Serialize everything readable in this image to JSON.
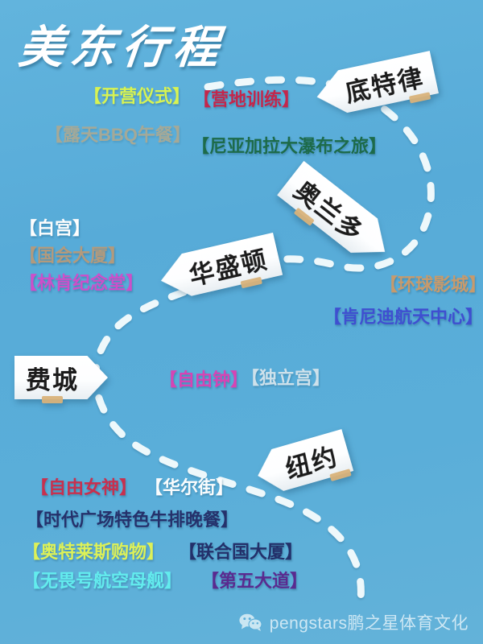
{
  "poster": {
    "title": "美东行程",
    "background_color": "#5aaed9",
    "route_color": "#eef8fb"
  },
  "cities": [
    {
      "id": "detroit",
      "name": "底特律",
      "direction": "left"
    },
    {
      "id": "orlando",
      "name": "奥兰多",
      "direction": "right"
    },
    {
      "id": "washington",
      "name": "华盛顿",
      "direction": "left"
    },
    {
      "id": "philly",
      "name": "费城",
      "direction": "right"
    },
    {
      "id": "newyork",
      "name": "纽约",
      "direction": "left"
    }
  ],
  "attractions": {
    "detroit": [
      {
        "id": "open",
        "label": "【开营仪式】",
        "color": "#d8f352"
      },
      {
        "id": "camp",
        "label": "【营地训练】",
        "color": "#c4264b"
      },
      {
        "id": "bbq",
        "label": "【露天BBQ午餐】",
        "color": "#e8a55c"
      },
      {
        "id": "niagara",
        "label": "【尼亚加拉大瀑布之旅】",
        "color": "#1d6b4a"
      }
    ],
    "washington": [
      {
        "id": "white",
        "label": "【白宫】",
        "color": "#fdfdfd"
      },
      {
        "id": "capitol",
        "label": "【国会大厦】",
        "color": "#b39a7d"
      },
      {
        "id": "lincoln",
        "label": "【林肯纪念堂】",
        "color": "#cd4fc9"
      }
    ],
    "orlando": [
      {
        "id": "universal",
        "label": "【环球影城】",
        "color": "#c79a6c"
      },
      {
        "id": "kennedy",
        "label": "【肯尼迪航天中心】",
        "color": "#3f4fd0"
      }
    ],
    "philly": [
      {
        "id": "bell",
        "label": "【自由钟】",
        "color": "#d644b4"
      },
      {
        "id": "indep",
        "label": "【独立宫】",
        "color": "#dfe9ee"
      }
    ],
    "newyork": [
      {
        "id": "liberty",
        "label": "【自由女神】",
        "color": "#c8304e"
      },
      {
        "id": "wall",
        "label": "【华尔街】",
        "color": "#fafcfd"
      },
      {
        "id": "times",
        "label": "【时代广场特色牛排晚餐】",
        "color": "#25316b"
      },
      {
        "id": "outlets",
        "label": "【奥特莱斯购物】",
        "color": "#ddf158"
      },
      {
        "id": "un",
        "label": "【联合国大厦】",
        "color": "#23306a"
      },
      {
        "id": "intrepid",
        "label": "【无畏号航空母舰】",
        "color": "#63ecee"
      },
      {
        "id": "fifth",
        "label": "【第五大道】",
        "color": "#5a2a8f"
      }
    ]
  },
  "watermark": {
    "icon": "wechat-icon",
    "text": "pengstars鹏之星体育文化"
  }
}
